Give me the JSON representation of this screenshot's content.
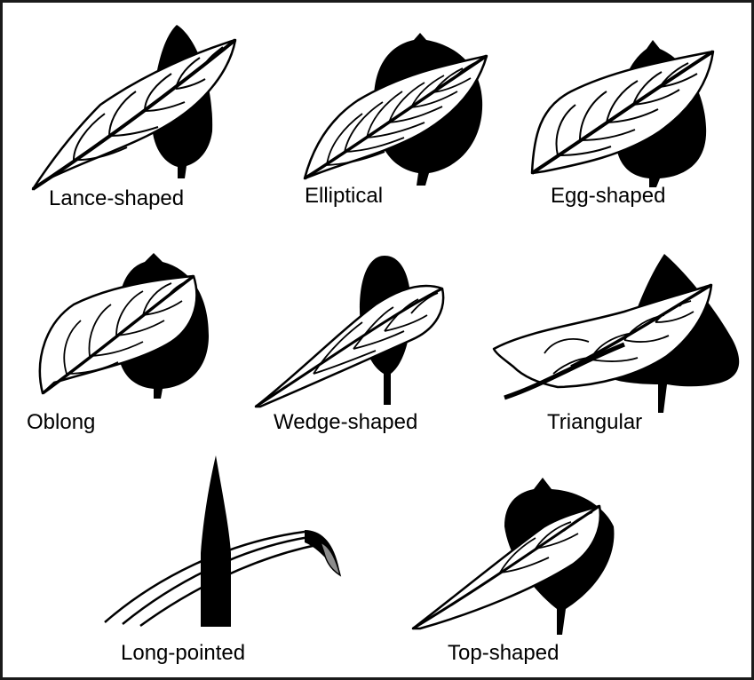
{
  "labels": {
    "lance": "Lance-shaped",
    "elliptical": "Elliptical",
    "egg": "Egg-shaped",
    "oblong": "Oblong",
    "wedge": "Wedge-shaped",
    "triangular": "Triangular",
    "long_pointed": "Long-pointed",
    "top": "Top-shaped"
  },
  "colors": {
    "silhouette": "#000000",
    "leaf_fill": "#ffffff",
    "outline": "#000000",
    "grass_tip": "#8c8c8c"
  }
}
